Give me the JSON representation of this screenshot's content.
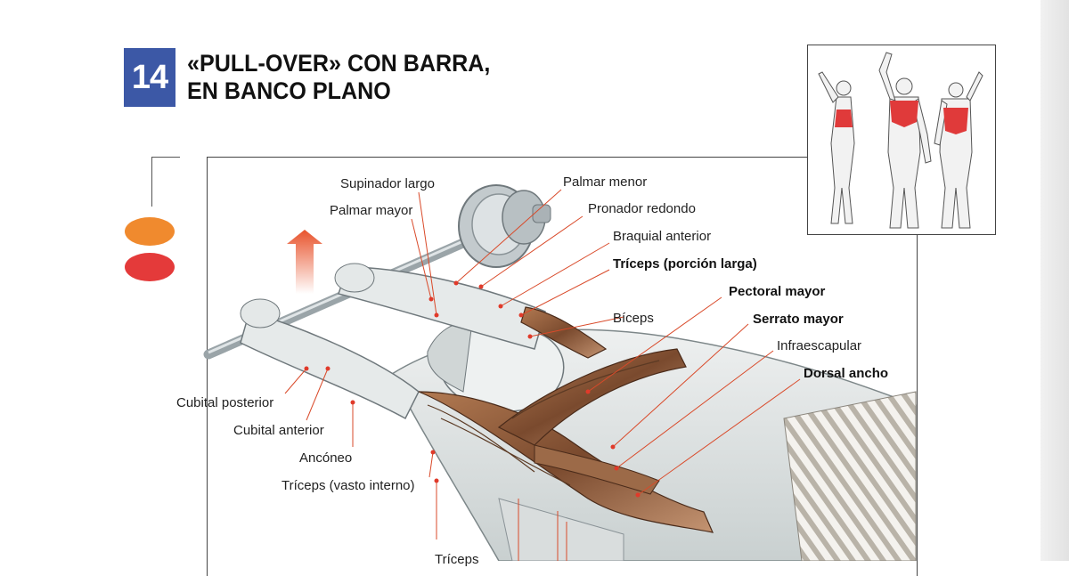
{
  "header": {
    "number": "14",
    "title_line1": "«PULL-OVER» CON BARRA,",
    "title_line2": "EN BANCO PLANO"
  },
  "colors": {
    "badge": "#3c58a6",
    "primary_muscle": "#e43a3a",
    "secondary_muscle": "#f08a2e",
    "leader_line": "#d94a2a"
  },
  "labels": {
    "supinador_largo": "Supinador largo",
    "palmar_mayor": "Palmar mayor",
    "palmar_menor": "Palmar menor",
    "pronador_redondo": "Pronador redondo",
    "braquial_anterior": "Braquial anterior",
    "triceps_porcion_larga": "Tríceps (porción larga)",
    "pectoral_mayor": "Pectoral mayor",
    "biceps": "Bíceps",
    "serrato_mayor": "Serrato mayor",
    "infraescapular": "Infraescapular",
    "dorsal_ancho": "Dorsal ancho",
    "cubital_posterior": "Cubital posterior",
    "cubital_anterior": "Cubital anterior",
    "anconeo": "Ancóneo",
    "triceps_vasto_interno": "Tríceps (vasto interno)",
    "triceps_bottom": "Tríceps"
  },
  "icons": {
    "arrow": "up-arrow-icon",
    "barbell": "barbell-icon"
  }
}
